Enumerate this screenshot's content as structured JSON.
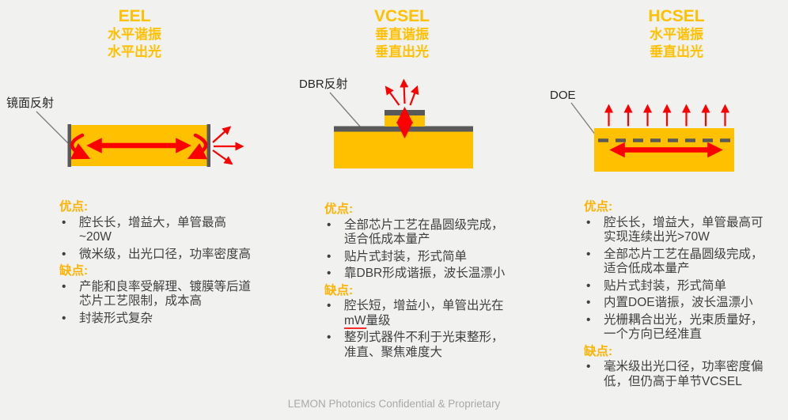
{
  "footer": {
    "text": "LEMON Photonics Confidential & Proprietary"
  },
  "colors": {
    "background": "#F1F1F0",
    "accent_yellow": "#FFC000",
    "structure_gray": "#595959",
    "beam_red": "#FA0000",
    "body_text": "#404040",
    "footer_gray": "#A9A9A9"
  },
  "columns": [
    {
      "id": "eel",
      "title": "EEL",
      "subtitles": [
        "水平谐振",
        "水平出光"
      ],
      "diagram_label": "镜面反射",
      "diagram_icons": [
        "mirror-bars",
        "cavity-double-arrow",
        "reflection-curves",
        "divergent-output-arrows"
      ],
      "pros_heading": "优点:",
      "pros": [
        "腔长长，增益大，单管最高~20W",
        "微米级，出光口径，功率密度高"
      ],
      "cons_heading": "缺点:",
      "cons": [
        "产能和良率受解理、镀膜等后道芯片工艺限制，成本高",
        "封装形式复杂"
      ]
    },
    {
      "id": "vcsel",
      "title": "VCSEL",
      "subtitles": [
        "垂直谐振",
        "垂直出光"
      ],
      "diagram_label": "DBR反射",
      "diagram_icons": [
        "dbr-layers",
        "vertical-cavity-arrow",
        "divergent-output-arrows"
      ],
      "pros_heading": "优点:",
      "pros": [
        "全部芯片工艺在晶圆级完成，适合低成本量产",
        "贴片式封装，形式简单",
        "靠DBR形成谐振，波长温漂小"
      ],
      "cons_heading": "缺点:",
      "cons": [
        {
          "text": "腔长短，增益小，单管出光在mW量级",
          "underline": "mW"
        },
        "整列式器件不利于光束整形，准直、聚焦难度大"
      ]
    },
    {
      "id": "hcsel",
      "title": "HCSEL",
      "subtitles": [
        "水平谐振",
        "垂直出光"
      ],
      "diagram_label": "DOE",
      "diagram_icons": [
        "doe-dashed-grating",
        "horizontal-cavity-arrow",
        "vertical-output-arrow-array"
      ],
      "pros_heading": "优点:",
      "pros": [
        "腔长长，增益大，单管最高可实现连续出光>70W",
        "全部芯片工艺在晶圆级完成，适合低成本量产",
        "贴片式封装，形式简单",
        "内置DOE谐振，波长温漂小",
        "光栅耦合出光，光束质量好，一个方向已经准直"
      ],
      "cons_heading": "缺点:",
      "cons": [
        "毫米级出光口径，功率密度偏低，但仍高于单节VCSEL"
      ]
    }
  ]
}
